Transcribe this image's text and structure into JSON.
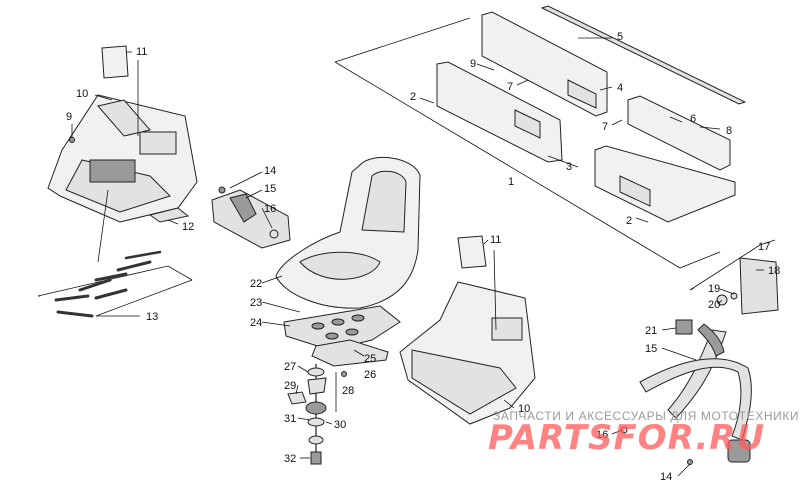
{
  "callouts": {
    "c1": "1",
    "c2a": "2",
    "c2b": "2",
    "c3": "3",
    "c4": "4",
    "c5": "5",
    "c6": "6",
    "c7a": "7",
    "c7b": "7",
    "c8": "8",
    "c9a": "9",
    "c9b": "9",
    "c10a": "10",
    "c10b": "10",
    "c11a": "11",
    "c11b": "11",
    "c12": "12",
    "c13": "13",
    "c14a": "14",
    "c14b": "14",
    "c15a": "15",
    "c15b": "15",
    "c16a": "16",
    "c16b": "16",
    "c17": "17",
    "c18": "18",
    "c19": "19",
    "c20": "20",
    "c21": "21",
    "c22": "22",
    "c23": "23",
    "c24": "24",
    "c25": "25",
    "c26": "26",
    "c27": "27",
    "c28": "28",
    "c29": "29",
    "c30": "30",
    "c31": "31",
    "c32": "32"
  },
  "watermark": {
    "tagline": "ЗАПЧАСТИ И АКСЕССУАРЫ ДЛЯ МОТОТЕХНИКИ",
    "logo": "PARTSFOR.RU"
  }
}
